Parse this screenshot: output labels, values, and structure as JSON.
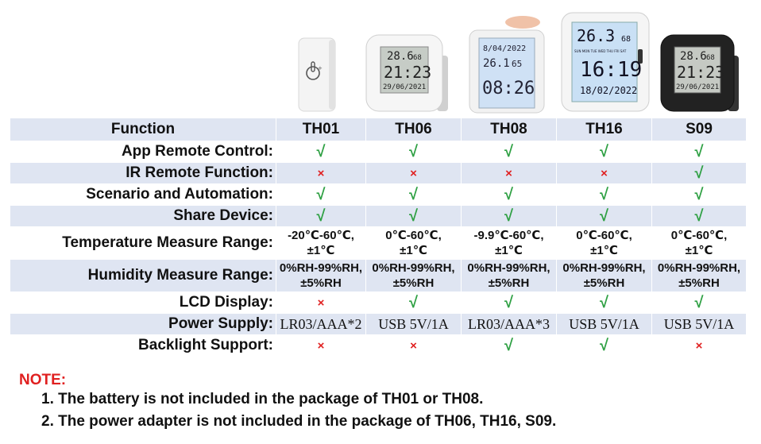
{
  "products": {
    "th01": {},
    "th06": {
      "screen_line1": "28.6",
      "screen_line1b": "68",
      "screen_time": "21:23",
      "screen_date": "29/06/2021"
    },
    "th08": {
      "screen_date": "8/04/2022",
      "screen_temp": "26.1",
      "screen_hum": "65",
      "screen_time": "08:26"
    },
    "th16": {
      "screen_temp": "26.3",
      "screen_hum": "68",
      "screen_days": "SUN MON TUE WED THU FRI SAT",
      "screen_time": "16:19",
      "screen_date": "18/02/2022"
    },
    "s09": {
      "screen_line1": "28.6",
      "screen_line1b": "68",
      "screen_time": "21:23",
      "screen_date": "29/06/2021"
    }
  },
  "table": {
    "header": [
      "Function",
      "TH01",
      "TH06",
      "TH08",
      "TH16",
      "S09"
    ],
    "rows": [
      {
        "label": "App Remote Control:",
        "cells": [
          "√",
          "√",
          "√",
          "√",
          "√"
        ]
      },
      {
        "label": "IR Remote Function:",
        "cells": [
          "×",
          "×",
          "×",
          "×",
          "√"
        ]
      },
      {
        "label": "Scenario and Automation:",
        "cells": [
          "√",
          "√",
          "√",
          "√",
          "√"
        ]
      },
      {
        "label": "Share Device:",
        "cells": [
          "√",
          "√",
          "√",
          "√",
          "√"
        ]
      },
      {
        "label": "Temperature Measure Range:",
        "cells": [
          {
            "l1": "-20℃-60℃,",
            "l2": "±1℃"
          },
          {
            "l1": "0℃-60℃,",
            "l2": "±1℃"
          },
          {
            "l1": "-9.9℃-60℃,",
            "l2": "±1℃"
          },
          {
            "l1": "0℃-60℃,",
            "l2": "±1℃"
          },
          {
            "l1": "0℃-60℃,",
            "l2": "±1℃"
          }
        ]
      },
      {
        "label": "Humidity Measure Range:",
        "cells": [
          {
            "l1": "0%RH-99%RH,",
            "l2": "±5%RH"
          },
          {
            "l1": "0%RH-99%RH,",
            "l2": "±5%RH"
          },
          {
            "l1": "0%RH-99%RH,",
            "l2": "±5%RH"
          },
          {
            "l1": "0%RH-99%RH,",
            "l2": "±5%RH"
          },
          {
            "l1": "0%RH-99%RH,",
            "l2": "±5%RH"
          }
        ]
      },
      {
        "label": "LCD Display:",
        "cells": [
          "×",
          "√",
          "√",
          "√",
          "√"
        ]
      },
      {
        "label": "Power Supply:",
        "cells": [
          "LR03/AAA*2",
          "USB 5V/1A",
          "LR03/AAA*3",
          "USB 5V/1A",
          "USB 5V/1A"
        ]
      },
      {
        "label": "Backlight Support:",
        "cells": [
          "×",
          "×",
          "√",
          "√",
          "×"
        ]
      }
    ]
  },
  "note": {
    "title": "NOTE:",
    "items": [
      "1. The battery is not included in the package of TH01 or TH08.",
      "2. The power adapter is not included in the package of TH06, TH16, S09."
    ]
  },
  "colors": {
    "check": "#2ea043",
    "cross": "#e02020",
    "row_band": "#dfe5f2",
    "note_title": "#e02020"
  }
}
